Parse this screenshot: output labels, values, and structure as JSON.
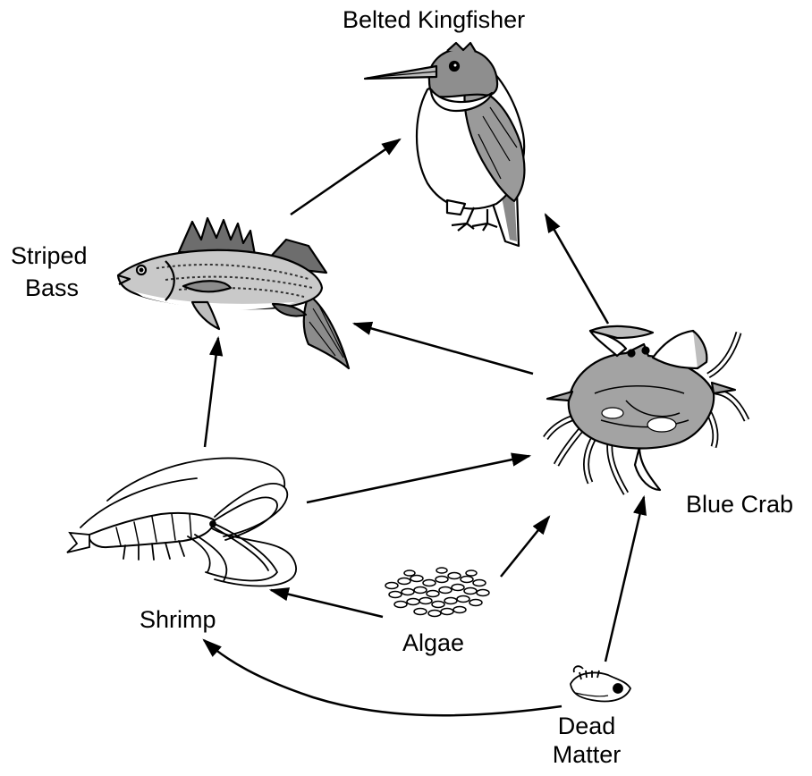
{
  "diagram": {
    "organisms": {
      "kingfisher": {
        "name": "Belted Kingfisher",
        "icon": "kingfisher-icon"
      },
      "bass": {
        "name_line1": "Striped",
        "name_line2": "Bass",
        "icon": "fish-icon"
      },
      "crab": {
        "name": "Blue Crab",
        "icon": "crab-icon"
      },
      "shrimp": {
        "name": "Shrimp",
        "icon": "shrimp-icon"
      },
      "algae": {
        "name": "Algae",
        "icon": "algae-icon"
      },
      "dead_matter": {
        "name_line1": "Dead",
        "name_line2": "Matter",
        "icon": "dead-matter-icon"
      }
    },
    "arrows": [
      {
        "from": "Striped Bass",
        "to": "Belted Kingfisher"
      },
      {
        "from": "Blue Crab",
        "to": "Belted Kingfisher"
      },
      {
        "from": "Blue Crab",
        "to": "Striped Bass"
      },
      {
        "from": "Shrimp",
        "to": "Striped Bass"
      },
      {
        "from": "Shrimp",
        "to": "Blue Crab"
      },
      {
        "from": "Algae",
        "to": "Blue Crab"
      },
      {
        "from": "Algae",
        "to": "Shrimp"
      },
      {
        "from": "Dead Matter",
        "to": "Blue Crab"
      },
      {
        "from": "Dead Matter",
        "to": "Shrimp"
      }
    ]
  }
}
